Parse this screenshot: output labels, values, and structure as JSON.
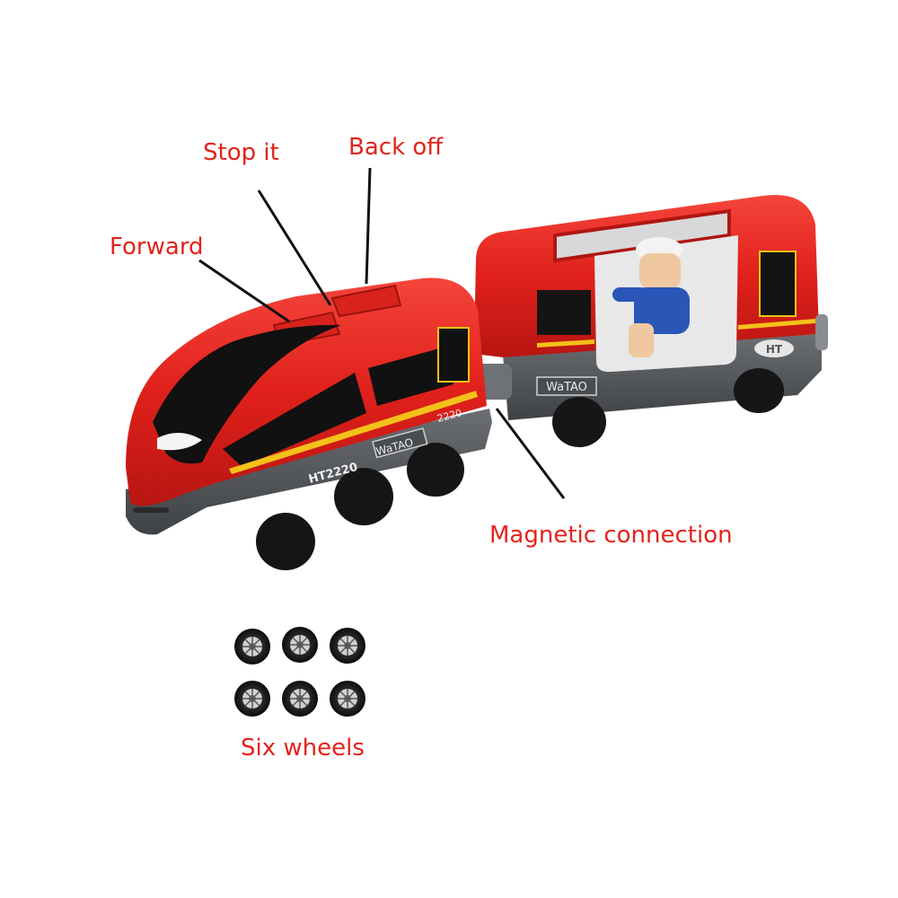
{
  "annotations": {
    "stop": "Stop it",
    "back": "Back off",
    "forward": "Forward",
    "magnetic": "Magnetic connection",
    "wheels": "Six wheels"
  },
  "train": {
    "engine_code": "HT2220",
    "engine_number": "2220",
    "brand": "WaTAO",
    "badge": "HT"
  },
  "wheel_count": 6,
  "colors": {
    "label": "#e3231b",
    "body_red": "#e0201b",
    "chassis_gray": "#55585c",
    "stripe_yellow": "#f4c11a",
    "window_black": "#111111"
  }
}
